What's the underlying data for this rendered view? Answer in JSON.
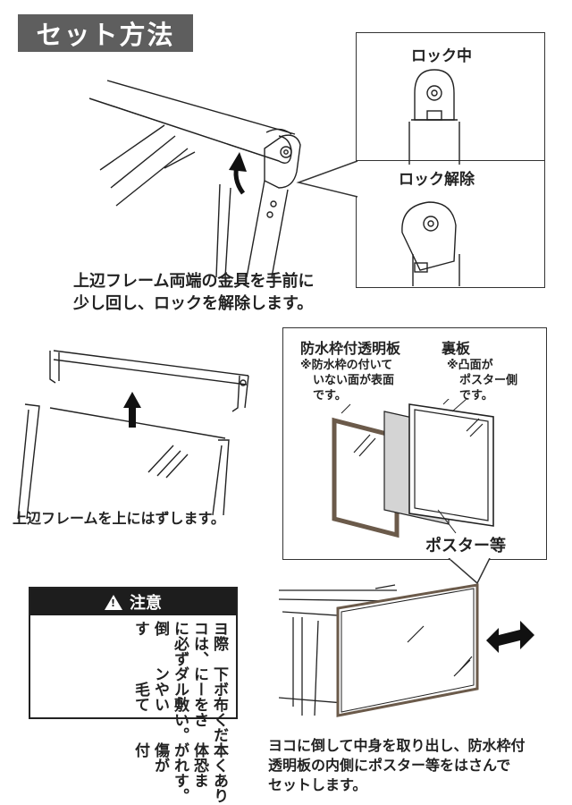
{
  "header": {
    "title": "セット方法"
  },
  "lock_states": {
    "locked": "ロック中",
    "unlocked": "ロック解除"
  },
  "step1": {
    "line1": "上辺フレーム両端の金具を手前に",
    "line2": "少し回し、ロックを解除します。"
  },
  "step2": {
    "caption": "上辺フレームを上にはずします。"
  },
  "layers": {
    "panel_label": "防水枠付透明板",
    "panel_note": [
      "※防水枠の付いて",
      "いない面が表面",
      "です。"
    ],
    "back_label": "裏板",
    "back_note": [
      "※凸面が",
      "ポスター側",
      "です。"
    ],
    "poster_label": "ポスター等"
  },
  "warning": {
    "title": "注意",
    "columns": [
      "ヨコに倒す",
      "際は、必ず",
      "下にダン",
      "ボールや毛",
      "布を敷いて",
      "ください。",
      "本体が傷付",
      "く恐れが",
      "あります。"
    ]
  },
  "step3": {
    "line1": "ヨコに倒して中身を取り出し、防水枠付",
    "line2": "透明板の内側にポスター等をはさんで",
    "line3": "セットします。"
  },
  "colors": {
    "title_bg": "#5e5e5e",
    "warning_bg": "#1d1d1d",
    "poster_gray": "#d4d4d4",
    "frame_brown": "#6b5a4a"
  }
}
